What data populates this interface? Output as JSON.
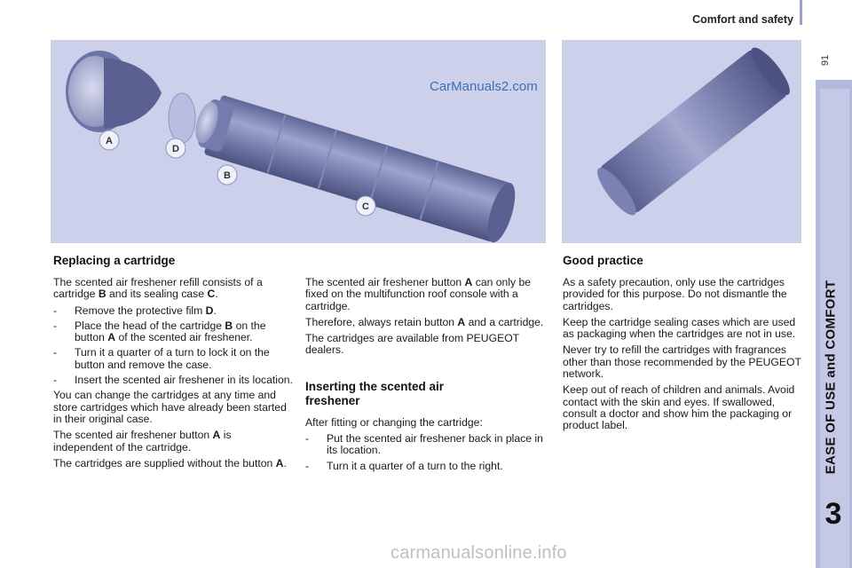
{
  "header": {
    "title": "Comfort and safety"
  },
  "page_number": "91",
  "side_tab": {
    "section": "EASE OF USE and COMFORT",
    "chapter": "3"
  },
  "figure1": {
    "watermark": "CarManuals2.com",
    "labels": [
      "A",
      "D",
      "B",
      "C"
    ]
  },
  "col1": {
    "heading": "Replacing a cartridge",
    "p1_a": "The scented air freshener refill consists of a cartridge ",
    "p1_b": "B",
    "p1_c": " and its sealing case ",
    "p1_d": "C",
    "p1_e": ".",
    "bullets": [
      {
        "dash": "-",
        "a": "Remove the protective film ",
        "b": "D",
        "c": "."
      },
      {
        "dash": "-",
        "a": "Place the head of the cartridge ",
        "b": "B",
        "c": " on the button ",
        "d": "A",
        "e": " of the scented air freshener."
      },
      {
        "dash": "-",
        "a": "Turn it a quarter of a turn to lock it on the button and remove the case."
      },
      {
        "dash": "-",
        "a": "Insert the scented air freshener in its location."
      }
    ],
    "p2": "You can change the cartridges at any time and store cartridges which have already been started in their original case.",
    "p3_a": "The scented air freshener button ",
    "p3_b": "A",
    "p3_c": " is independent of the cartridge.",
    "p4_a": "The cartridges are supplied without the button ",
    "p4_b": "A",
    "p4_c": "."
  },
  "col2": {
    "p1_a": "The scented air freshener button ",
    "p1_b": "A",
    "p1_c": " can only be fixed on the multifunction roof console with a cartridge.",
    "p2_a": "Therefore, always retain button ",
    "p2_b": "A",
    "p2_c": " and a cartridge.",
    "p3": "The cartridges are available from PEUGEOT dealers.",
    "heading": "Inserting the scented air freshener",
    "p4": "After fitting or changing the cartridge:",
    "bullets": [
      {
        "dash": "-",
        "a": "Put the scented air freshener back in place in its location."
      },
      {
        "dash": "-",
        "a": "Turn it a quarter of a turn to the right."
      }
    ]
  },
  "col3": {
    "heading": "Good practice",
    "paragraphs": [
      "As a safety precaution, only use the cartridges provided for this purpose. Do not dismantle the cartridges.",
      "Keep the cartridge sealing cases which are used as packaging when the cartridges are not in use.",
      "Never try to refill the cartridges with fragrances other than those recommended by the PEUGEOT network.",
      "Keep out of reach of children and animals. Avoid contact with the skin and eyes. If swallowed, consult a doctor and show him the packaging or product label."
    ]
  },
  "footer": {
    "watermark": "carmanualsonline.info"
  }
}
